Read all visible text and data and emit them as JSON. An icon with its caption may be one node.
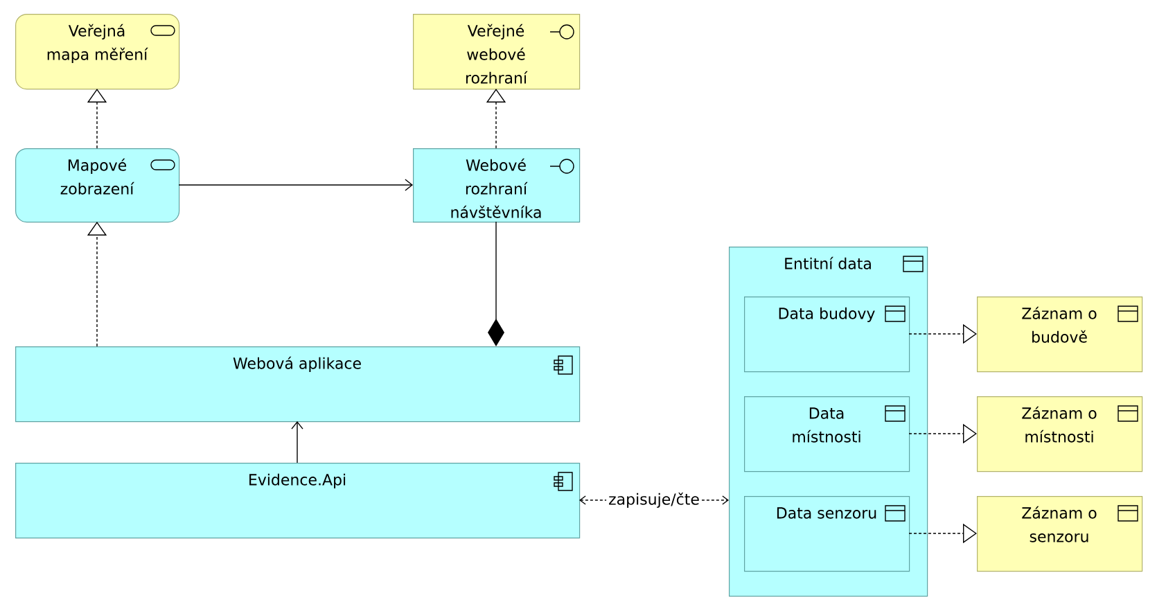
{
  "diagram": {
    "nodes": [
      {
        "text": [
          "Veřejná mapa měření"
        ]
      },
      {
        "text": [
          "Veřejné webové rozhraní"
        ]
      },
      {
        "text": [
          "Mapové zobrazení"
        ]
      },
      {
        "text": [
          "Webové rozhraní návštěvníka"
        ]
      },
      {
        "text": [
          "Webová aplikace"
        ]
      },
      {
        "text": [
          "Evidence.Api"
        ]
      },
      {
        "text": [
          "Entitní data"
        ]
      },
      {
        "text": [
          "Data budovy"
        ],
        "in": 6
      },
      {
        "text": [
          "Data místnosti"
        ],
        "in": 6
      },
      {
        "text": [
          "Data senzoru"
        ],
        "in": 6
      },
      {
        "text": [
          "Záznam o budově"
        ]
      },
      {
        "text": [
          "Záznam o místnosti"
        ]
      },
      {
        "text": [
          "Záznam o senzoru"
        ]
      }
    ],
    "edges": [
      {
        "from": 2,
        "to": 0,
        "arrow": "to",
        "style": "dashed"
      },
      {
        "from": 3,
        "to": 1,
        "arrow": "to",
        "style": "dashed"
      },
      {
        "from": 4,
        "to": 2,
        "arrow": "to",
        "style": "dashed"
      },
      {
        "from": 2,
        "to": 3,
        "arrow": "to"
      },
      {
        "from": 3,
        "to": 4,
        "arrow": "other"
      },
      {
        "from": 5,
        "to": 4,
        "arrow": "to"
      },
      {
        "from": 5,
        "to": 6,
        "arrow": "both",
        "style": "dashed",
        "label": "zapisuje/čte"
      },
      {
        "from": 7,
        "to": 10,
        "arrow": "to",
        "style": "dashed"
      },
      {
        "from": 8,
        "to": 11,
        "arrow": "to",
        "style": "dashed"
      },
      {
        "from": 9,
        "to": 12,
        "arrow": "to",
        "style": "dashed"
      }
    ]
  }
}
